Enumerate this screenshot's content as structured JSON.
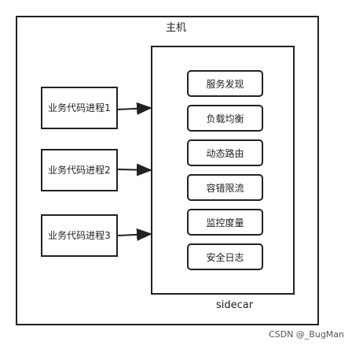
{
  "host": {
    "title": "主机"
  },
  "sidecar": {
    "label": "sidecar"
  },
  "processes": [
    {
      "label": "业务代码进程1"
    },
    {
      "label": "业务代码进程2"
    },
    {
      "label": "业务代码进程3"
    }
  ],
  "services": [
    {
      "label": "服务发现"
    },
    {
      "label": "负载均衡"
    },
    {
      "label": "动态路由"
    },
    {
      "label": "容错限流"
    },
    {
      "label": "监控度量"
    },
    {
      "label": "安全日志"
    }
  ],
  "watermark": "CSDN @_BugMan"
}
